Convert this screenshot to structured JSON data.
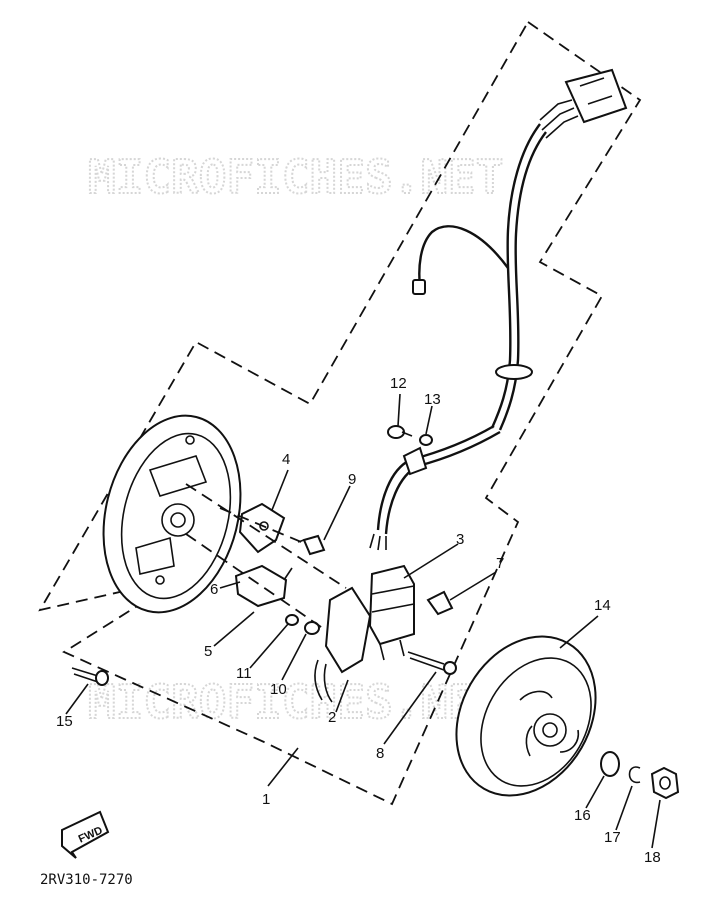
{
  "watermark": {
    "top": "MICROFICHES.NET",
    "bottom": "MICROFICHES.NET"
  },
  "fwd_label": "FWD",
  "diagram_code": "2RV310-7270",
  "callouts": {
    "c1": "1",
    "c2": "2",
    "c3": "3",
    "c4": "4",
    "c5": "5",
    "c6": "6",
    "c7": "7",
    "c8": "8",
    "c9": "9",
    "c10": "10",
    "c11": "11",
    "c12": "12",
    "c13": "13",
    "c14": "14",
    "c15": "15",
    "c16": "16",
    "c17": "17",
    "c18": "18"
  }
}
